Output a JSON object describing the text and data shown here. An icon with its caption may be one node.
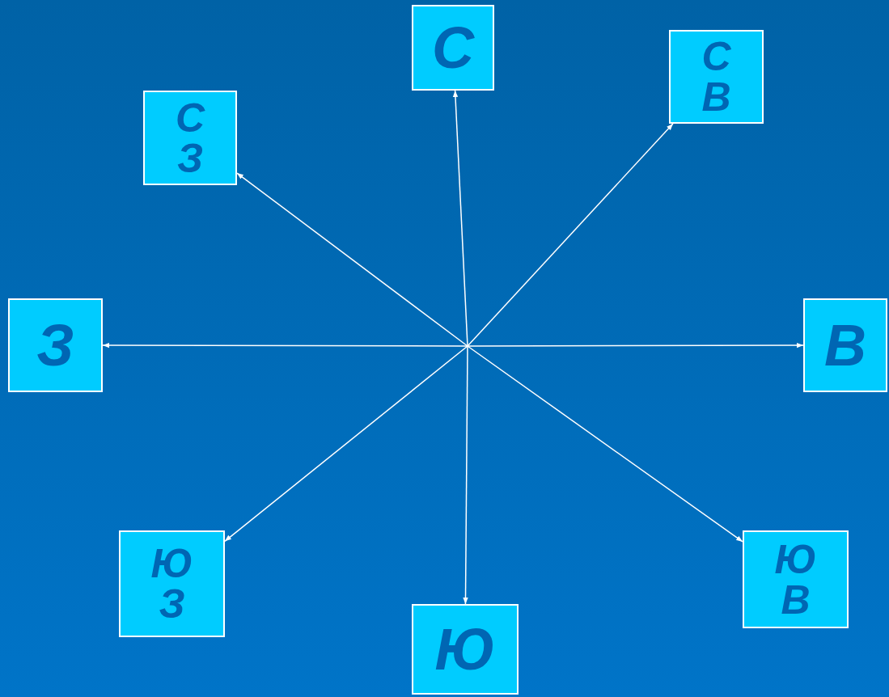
{
  "diagram": {
    "nodes": [
      {
        "text": [
          "С"
        ]
      },
      {
        "text": [
          "С В"
        ]
      },
      {
        "text": [
          "С З"
        ]
      },
      {
        "text": [
          "З"
        ]
      },
      {
        "text": [
          "В"
        ]
      },
      {
        "text": [
          "Ю З"
        ]
      },
      {
        "text": [
          "Ю В"
        ]
      },
      {
        "text": [
          "Ю"
        ]
      }
    ],
    "edges": [
      {
        "from": null,
        "to": 0,
        "arrow": "to"
      },
      {
        "from": null,
        "to": 1,
        "arrow": "to"
      },
      {
        "from": null,
        "to": 2,
        "arrow": "to"
      },
      {
        "from": null,
        "to": 3,
        "arrow": "to"
      },
      {
        "from": null,
        "to": 4,
        "arrow": "to"
      },
      {
        "from": null,
        "to": 5,
        "arrow": "to"
      },
      {
        "from": null,
        "to": 6,
        "arrow": "to"
      },
      {
        "from": null,
        "to": 7,
        "arrow": "to"
      }
    ]
  }
}
